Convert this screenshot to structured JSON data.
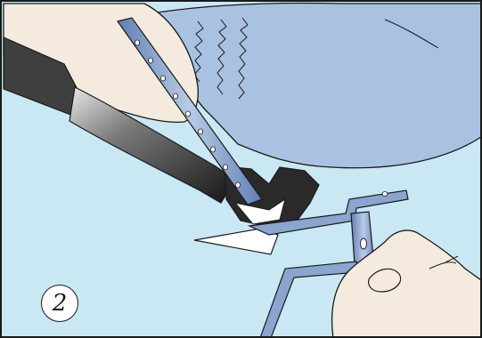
{
  "illustration": {
    "step_number": "2",
    "colors": {
      "background": "#c9e8f4",
      "glove": "#a9c2e2",
      "skin": "#f4ebde",
      "handle_dark": "#3f3f3f",
      "strap": "#8aa6cf",
      "outline": "#1a1a1a",
      "blade": "#ffffff"
    },
    "icons": [
      "gloved-hand",
      "tool-handle",
      "perforated-metal-strap",
      "cutting-blade",
      "bare-hand-holding-strap"
    ]
  }
}
